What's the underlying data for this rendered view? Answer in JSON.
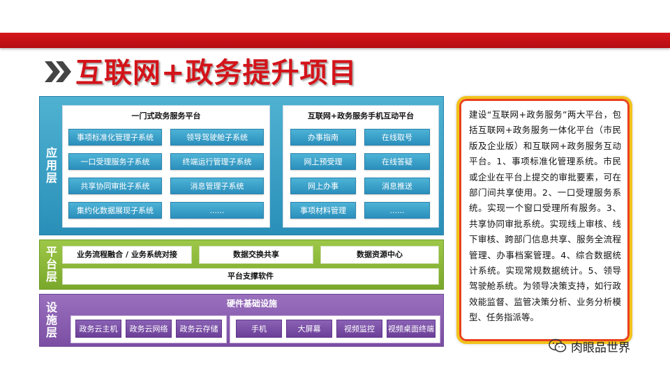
{
  "title": "互联网+政务提升项目",
  "layers": {
    "application": {
      "label": "应用层",
      "panel_left": {
        "title": "一门式政务服务平台",
        "items": [
          "事项标准化管理子系统",
          "领导驾驶舱子系统",
          "一口受理服务子系统",
          "终端运行管理子系统",
          "共享协同审批子系统",
          "消息管理子系统",
          "集约化数据展现子系统",
          "......"
        ]
      },
      "panel_right": {
        "title": "互联网+政务服务手机互动平台",
        "items": [
          "办事指南",
          "在线取号",
          "网上预受理",
          "在线答疑",
          "网上办事",
          "消息推送",
          "事项材料管理",
          "......"
        ]
      }
    },
    "platform": {
      "label": "平台层",
      "items": [
        "业务流程融合 / 业务系统对接",
        "数据交换共享",
        "数据资源中心"
      ],
      "support": "平台支撑软件"
    },
    "infrastructure": {
      "label": "设施层",
      "title": "硬件基础设施",
      "left_items": [
        "政务云主机",
        "政务云网络",
        "政务云存储"
      ],
      "right_items": [
        "手机",
        "大屏幕",
        "视频监控",
        "视频桌面终端"
      ]
    }
  },
  "description": "建设“互联网+政务服务”两大平台，包括互联网+政务服务一体化平台（市民版及企业版）和互联网+政务服务互动平台。1、事项标准化管理系统。市民或企业在平台上提交的审批要素，可在部门间共享使用。2、一口受理服务系统。实现一个窗口受理所有服务。3、共享协同审批系统。实现线上审核、线下审核、跨部门信息共享、服务全流程管理、办事档案管理。4、综合数据统计系统。实现常规数据统计。5、领导驾驶舱系统。为领导决策支持，如行政效能监督、监管决策分析、业务分析模型、任务指派等。",
  "watermark": "肉眼品世界",
  "colors": {
    "title_red": "#d3141a",
    "app_blue": "#2a8fb8",
    "platform_green": "#7aa82b",
    "infra_purple": "#7b4ea3",
    "frame_yellow": "#f2c21b"
  }
}
